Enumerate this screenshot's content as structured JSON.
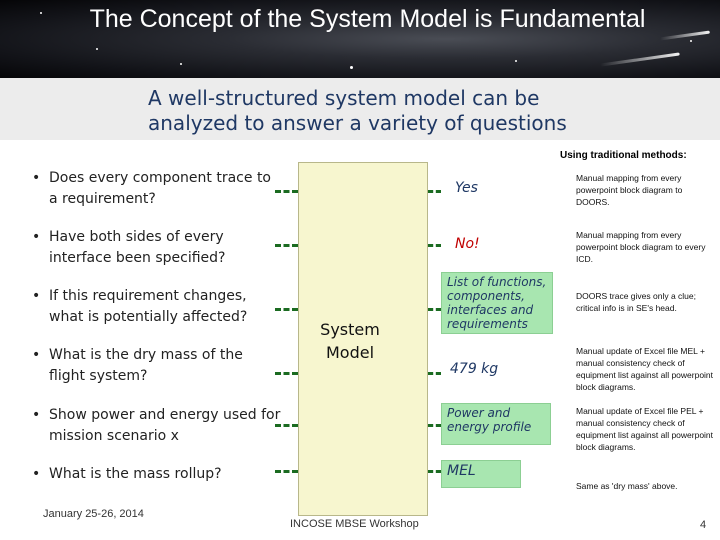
{
  "title": "The Concept of the System Model is Fundamental",
  "subtitle": "A well-structured system model can be analyzed to answer a variety of questions",
  "methods_header": "Using traditional methods:",
  "model_label": "System Model",
  "questions": [
    "Does every component trace to a requirement?",
    "Have both sides of every interface been specified?",
    "If this requirement changes, what is potentially affected?",
    "What is the dry mass of the flight system?",
    "Show power and energy used for mission scenario x",
    "What is the mass rollup?"
  ],
  "answers": [
    "Yes",
    "No!",
    "List of functions, components, interfaces and requirements",
    "479 kg",
    "Power and energy profile",
    "MEL"
  ],
  "methods": [
    "Manual mapping from every powerpoint block diagram to DOORS.",
    "Manual mapping from every powerpoint block diagram to every ICD.",
    "DOORS trace gives only a clue; critical info is in SE's head.",
    "Manual update of Excel file MEL + manual consistency check of equipment list against all powerpoint block diagrams.",
    "Manual update of Excel file PEL + manual consistency check of equipment list against all powerpoint block diagrams.",
    "Same as 'dry mass' above."
  ],
  "footer": {
    "date": "January 25-26, 2014",
    "event": "INCOSE MBSE Workshop",
    "page": "4"
  },
  "colors": {
    "subtitle": "#1f3864",
    "dash": "#1b6b21",
    "model_fill": "#f7f6cf",
    "answer_box": "#a8e6b0",
    "negative": "#c00000"
  }
}
